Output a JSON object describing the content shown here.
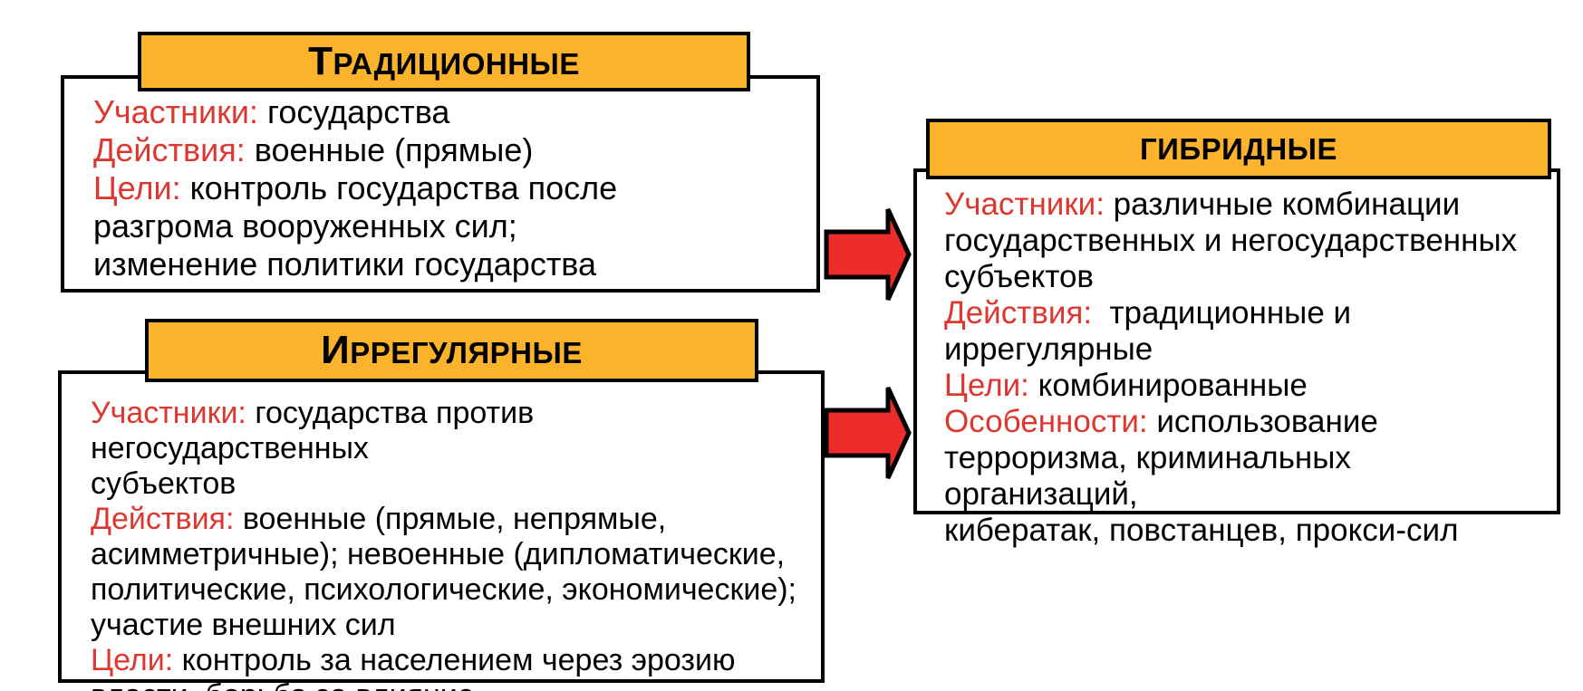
{
  "colors": {
    "header_fill": "#FBB32B",
    "label_red": "#DE3730",
    "arrow_red": "#EE2B2B",
    "border_black": "#000000",
    "text_black": "#000000",
    "background": "#FFFFFF"
  },
  "boxes": [
    {
      "id": "traditional",
      "title": "Традиционные",
      "lines": [
        [
          {
            "text": "Участники:",
            "color": "red"
          },
          {
            "text": " государства",
            "color": "black"
          }
        ],
        [
          {
            "text": "Действия:",
            "color": "red"
          },
          {
            "text": " военные (прямые)",
            "color": "black"
          }
        ],
        [
          {
            "text": "Цели:",
            "color": "red"
          },
          {
            "text": " контроль государства после",
            "color": "black"
          }
        ],
        [
          {
            "text": "разгрома вооруженных сил;",
            "color": "black"
          }
        ],
        [
          {
            "text": "изменение политики государства",
            "color": "black"
          }
        ]
      ]
    },
    {
      "id": "irregular",
      "title": "Иррегулярные",
      "lines": [
        [
          {
            "text": "Участники:",
            "color": "red"
          },
          {
            "text": " государства против негосударственных",
            "color": "black"
          }
        ],
        [
          {
            "text": "субъектов",
            "color": "black"
          }
        ],
        [
          {
            "text": "Действия:",
            "color": "red"
          },
          {
            "text": " военные (прямые, непрямые,",
            "color": "black"
          }
        ],
        [
          {
            "text": "асимметричные); невоенные (дипломатические,",
            "color": "black"
          }
        ],
        [
          {
            "text": "политические, психологические, экономические);",
            "color": "black"
          }
        ],
        [
          {
            "text": "участие внешних сил",
            "color": "black"
          }
        ],
        [
          {
            "text": "Цели:",
            "color": "red"
          },
          {
            "text": " контроль за населением через эрозию",
            "color": "black"
          }
        ],
        [
          {
            "text": "власти, борьба за влияние",
            "color": "black"
          }
        ]
      ]
    },
    {
      "id": "hybrid",
      "title": "ГИБРИДНЫЕ",
      "lines": [
        [
          {
            "text": "Участники:",
            "color": "red"
          },
          {
            "text": " различные комбинации",
            "color": "black"
          }
        ],
        [
          {
            "text": "государственных и негосударственных",
            "color": "black"
          }
        ],
        [
          {
            "text": "субъектов",
            "color": "black"
          }
        ],
        [
          {
            "text": "Действия:",
            "color": "red"
          },
          {
            "text": "  традиционные и",
            "color": "black"
          }
        ],
        [
          {
            "text": "иррегулярные",
            "color": "black"
          }
        ],
        [
          {
            "text": "Цели:",
            "color": "red"
          },
          {
            "text": " комбинированные",
            "color": "black"
          }
        ],
        [
          {
            "text": "Особенности:",
            "color": "red"
          },
          {
            "text": " использование",
            "color": "black"
          }
        ],
        [
          {
            "text": "терроризма, криминальных организаций,",
            "color": "black"
          }
        ],
        [
          {
            "text": "кибератак, повстанцев, прокси-сил",
            "color": "black"
          }
        ]
      ]
    }
  ],
  "arrows": [
    {
      "id": "traditional-to-hybrid"
    },
    {
      "id": "irregular-to-hybrid"
    }
  ]
}
